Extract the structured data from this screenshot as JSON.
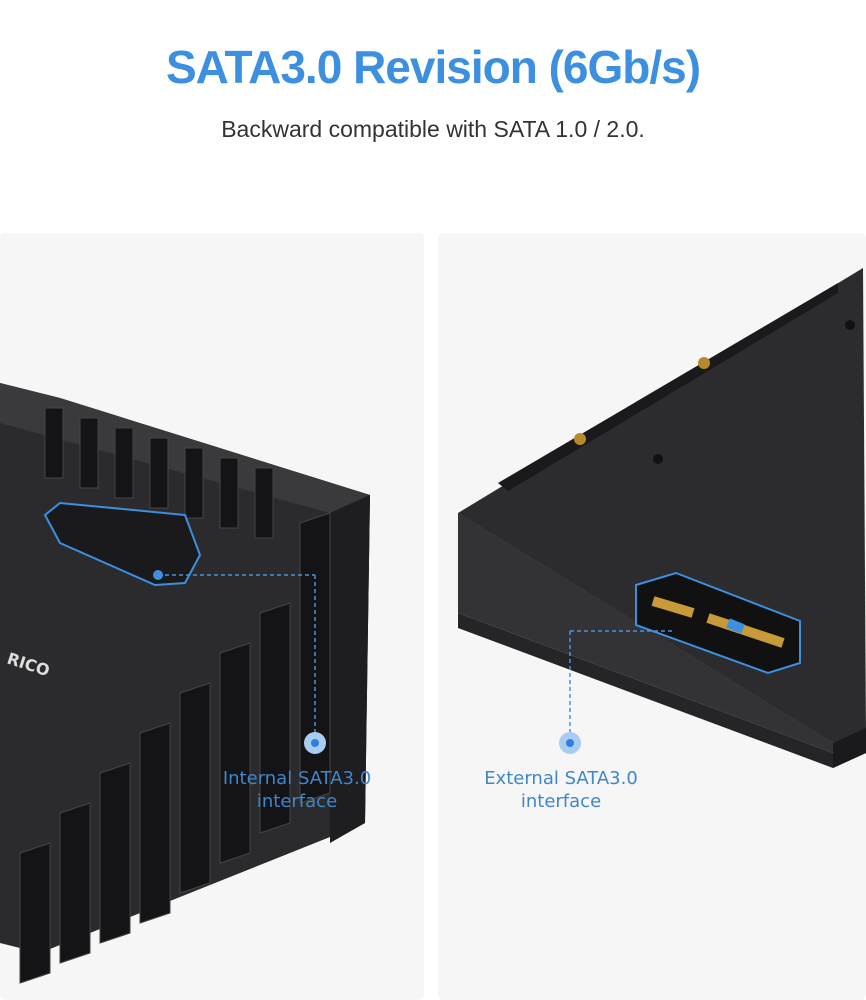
{
  "header": {
    "title": "SATA3.0 Revision (6Gb/s)",
    "subtitle": "Backward compatible with SATA 1.0 / 2.0."
  },
  "panels": [
    {
      "label_line1": "Internal SATA3.0",
      "label_line2": "interface",
      "logo_text": "ORICO"
    },
    {
      "label_line1": "External SATA3.0",
      "label_line2": "interface"
    }
  ],
  "colors": {
    "accent": "#3d8fe0",
    "label": "#3f86cc",
    "panel_bg": "#f6f6f7",
    "product": "#2a2a2c"
  }
}
